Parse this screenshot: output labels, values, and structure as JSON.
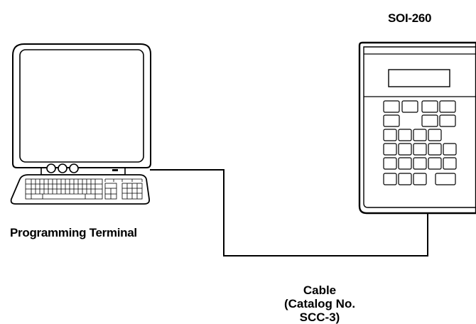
{
  "device": {
    "name": "SOI-260"
  },
  "terminal": {
    "name": "Programming Terminal"
  },
  "cable": {
    "name": "Cable",
    "catalog": "(Catalog No. SCC-3)"
  },
  "colors": {
    "stroke": "#000000",
    "screen_bezel": "#ffffff",
    "device_shadow": "#ffffff"
  }
}
